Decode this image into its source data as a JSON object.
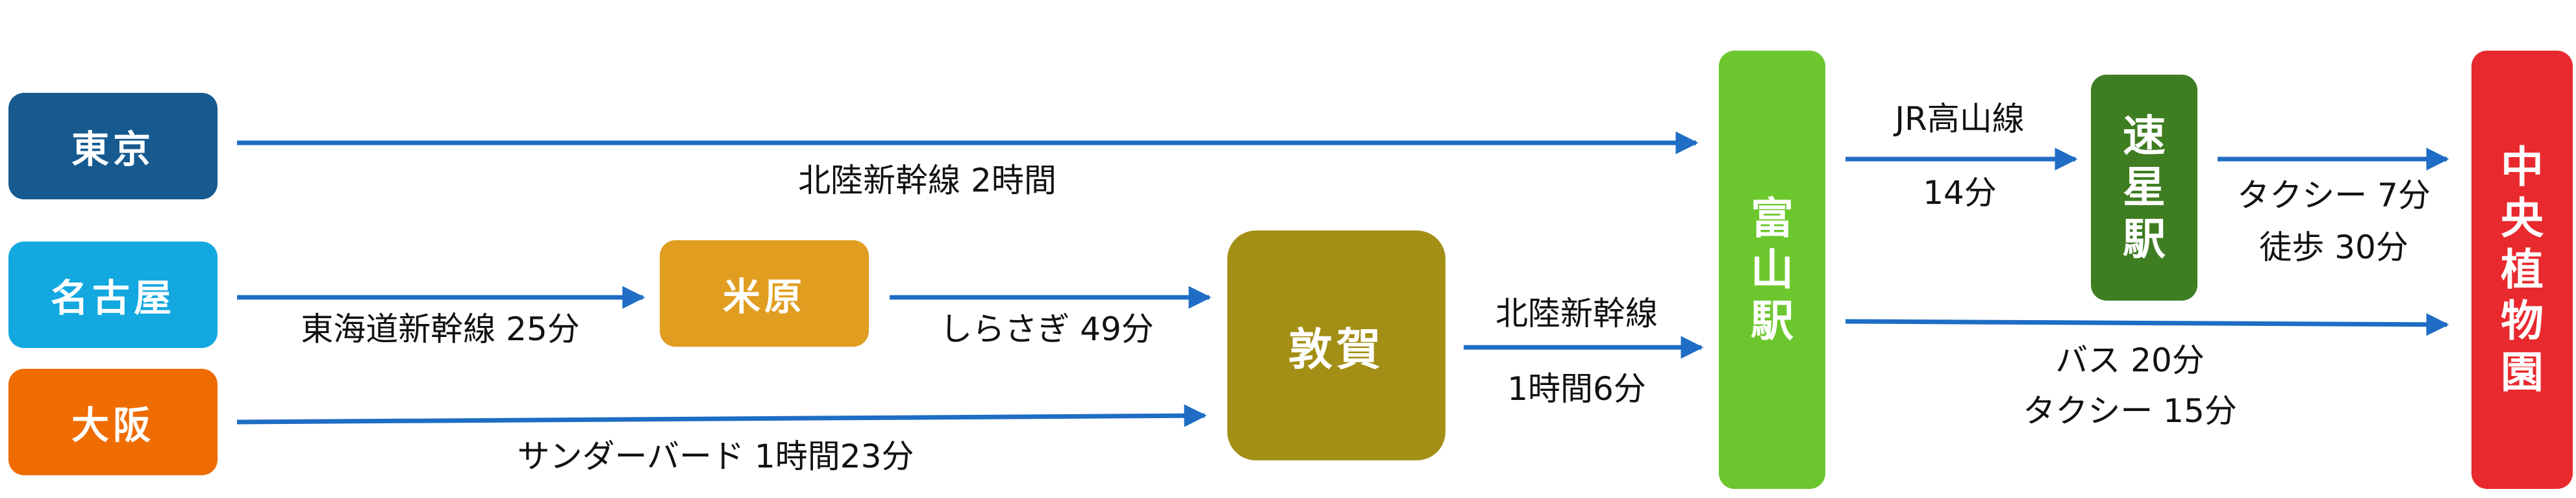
{
  "nodes": {
    "tokyo": {
      "label": "東京",
      "color": "#165a8f"
    },
    "nagoya": {
      "label": "名古屋",
      "color": "#13a8e0"
    },
    "osaka": {
      "label": "大阪",
      "color": "#ef6c00"
    },
    "maibara": {
      "label": "米原",
      "color": "#e09d20"
    },
    "tsuruga": {
      "label": "敦賀",
      "color": "#a38f15"
    },
    "toyama": {
      "label": "富山駅",
      "chars": [
        "富",
        "山",
        "駅"
      ],
      "color": "#6cc72e"
    },
    "hayahoshi": {
      "label": "速星駅",
      "chars": [
        "速",
        "星",
        "駅"
      ],
      "color": "#3e7d21"
    },
    "garden": {
      "label": "中央植物園",
      "chars": [
        "中",
        "央",
        "植",
        "物",
        "園"
      ],
      "color": "#e8292e"
    }
  },
  "edges": {
    "tokyo_toyama": {
      "label": "北陸新幹線 2時間"
    },
    "nagoya_maibara": {
      "label": "東海道新幹線 25分"
    },
    "maibara_tsuruga": {
      "label": "しらさぎ 49分"
    },
    "osaka_tsuruga": {
      "label": "サンダーバード 1時間23分"
    },
    "tsuruga_toyama": {
      "line1": "北陸新幹線",
      "line2": "1時間6分"
    },
    "toyama_hayahoshi": {
      "line1": "JR高山線",
      "line2": "14分"
    },
    "hayahoshi_garden": {
      "line1": "タクシー 7分",
      "line2": "徒歩 30分"
    },
    "toyama_garden": {
      "line1": "バス 20分",
      "line2": "タクシー 15分"
    }
  },
  "style": {
    "arrow_color": "#1f6dc4"
  }
}
